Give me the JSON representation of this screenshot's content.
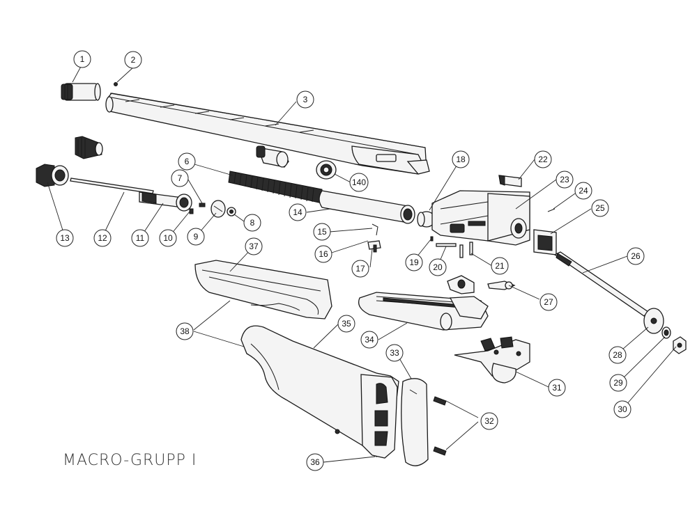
{
  "title": "MACRO-GRUPP I",
  "callouts": [
    "1",
    "2",
    "3",
    "6",
    "7",
    "8",
    "9",
    "10",
    "11",
    "12",
    "13",
    "14",
    "140",
    "15",
    "16",
    "17",
    "18",
    "19",
    "20",
    "21",
    "22",
    "23",
    "24",
    "25",
    "26",
    "27",
    "28",
    "29",
    "30",
    "31",
    "32",
    "33",
    "34",
    "35",
    "36",
    "37",
    "38"
  ],
  "colors": {
    "line": "#1a1a1a",
    "fill": "#f4f4f4",
    "dark": "#2b2b2b",
    "background": "#ffffff"
  }
}
